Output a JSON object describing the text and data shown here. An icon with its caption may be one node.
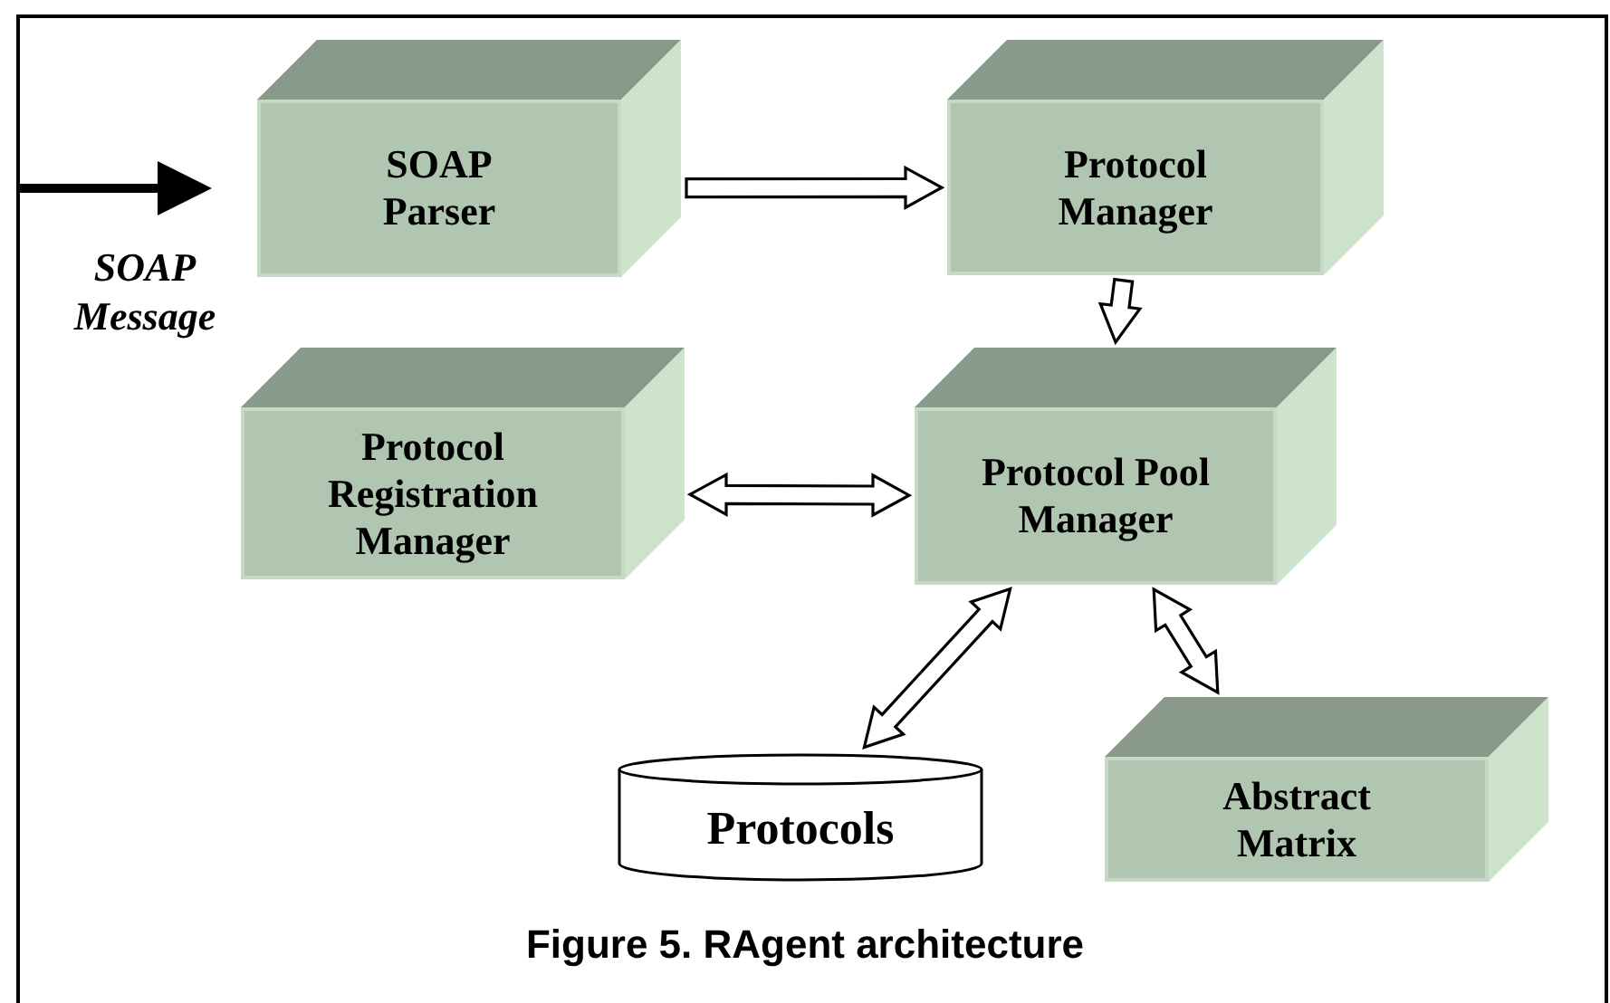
{
  "diagram": {
    "caption": "Figure 5. RAgent architecture",
    "nodes": [
      {
        "text": [
          "SOAP Parser"
        ]
      },
      {
        "text": [
          "Protocol Manager"
        ]
      },
      {
        "text": [
          "Protocol Registration Manager"
        ]
      },
      {
        "text": [
          "Protocol Pool Manager"
        ]
      },
      {
        "text": [
          "Protocols"
        ]
      },
      {
        "text": [
          "Abstract Matrix"
        ]
      }
    ],
    "edges": [
      {
        "from": null,
        "to": 0,
        "arrow": "to",
        "label": "SOAP Message"
      },
      {
        "from": 0,
        "to": 1,
        "arrow": "to"
      },
      {
        "from": 1,
        "to": 3,
        "arrow": "to"
      },
      {
        "from": 2,
        "to": 3,
        "arrow": "both"
      },
      {
        "from": 3,
        "to": 4,
        "arrow": "both"
      },
      {
        "from": 3,
        "to": 5,
        "arrow": "both"
      }
    ]
  }
}
